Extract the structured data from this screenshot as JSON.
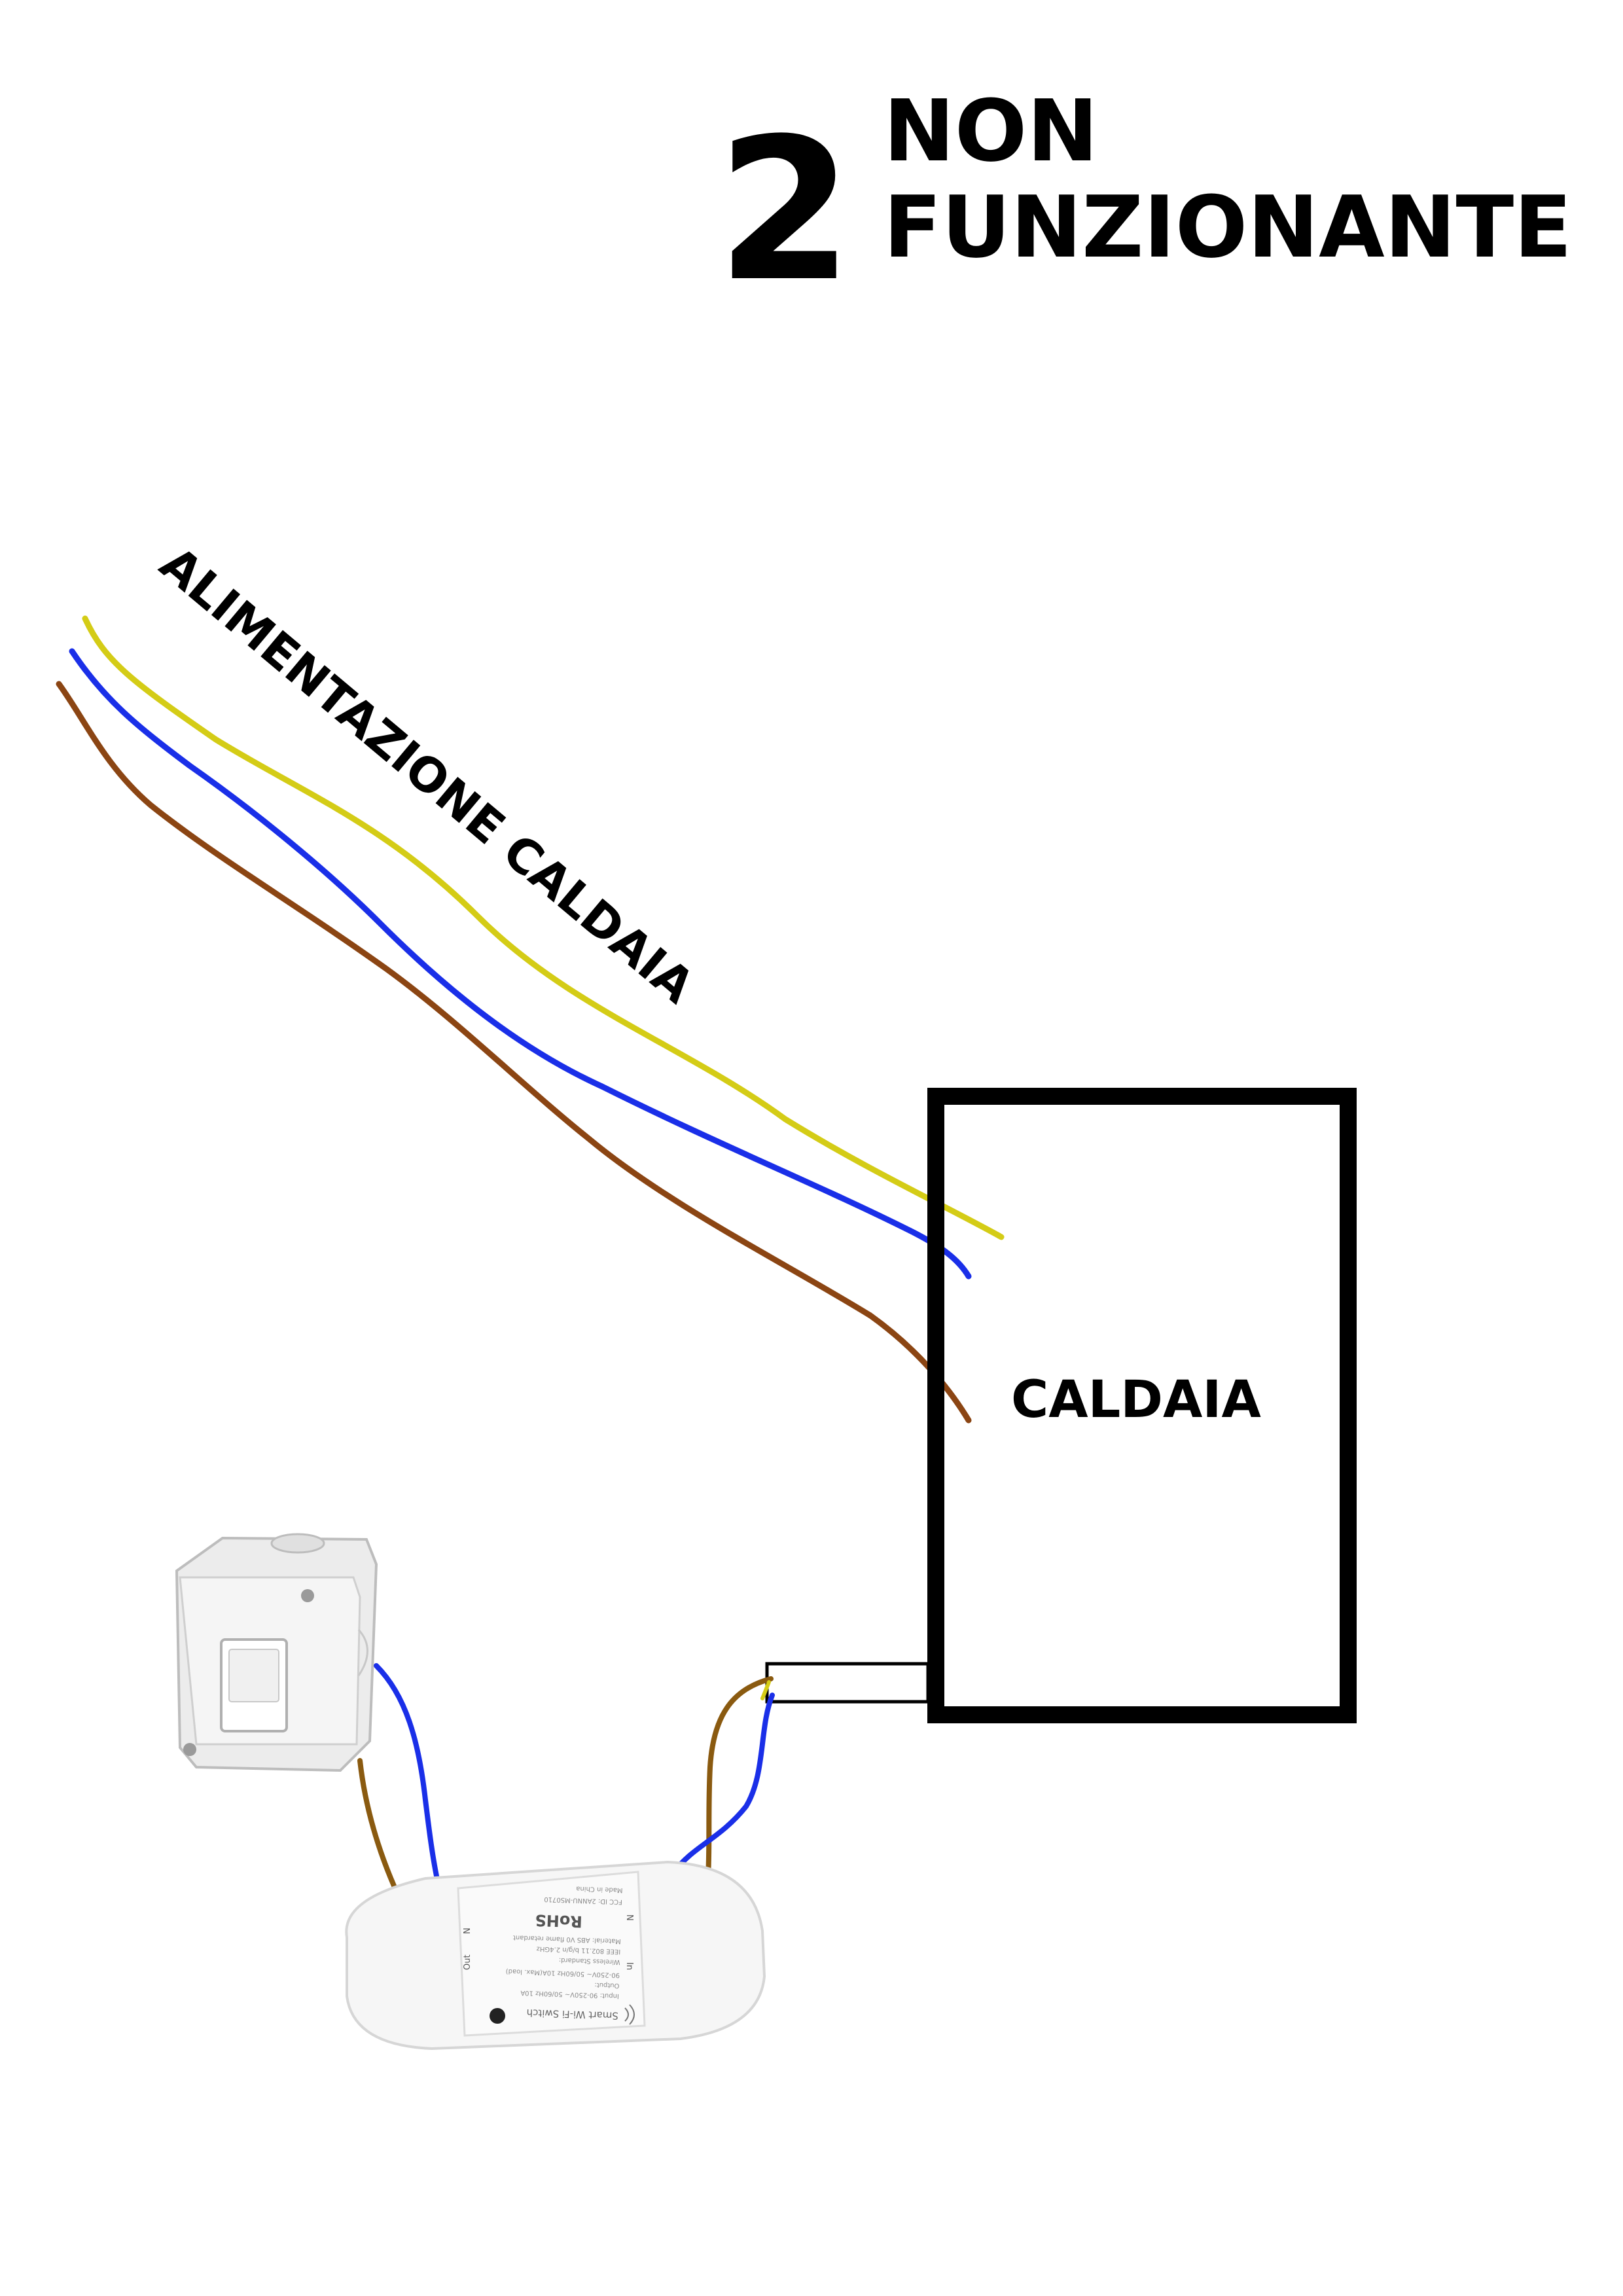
{
  "title": {
    "number": "2",
    "line1": "NON",
    "line2": "FUNZIONANTE"
  },
  "supply_label": "ALIMENTAZIONE CALDAIA",
  "boiler_label": "CALDAIA",
  "module": {
    "line1": "Smart Wi-Fi Switch",
    "line2": "Input: 90-250V~ 50/60Hz 10A",
    "line3": "Output:",
    "line4": "90-250V~ 50/60Hz 10A(Max. load)",
    "line5": "Wireless Standard:",
    "line6": "IEEE 802.11 b/g/n 2.4GHz",
    "line7": "Material: ABS V0 flame retardant",
    "line8": "RoHS",
    "line9": "FCC ID: 2ANNU-MS0710",
    "line10": "Made in China",
    "term_out": "Out",
    "term_n1": "N",
    "term_in": "In",
    "term_n2": "N"
  },
  "colors": {
    "live_brown": "#8b4513",
    "neutral_blue": "#1a2fe8",
    "earth_yellow": "#d4cc16",
    "wire_brown_dark": "#8a5a10",
    "outline": "#000000"
  },
  "icons": [
    "switch-box-icon",
    "smart-relay-icon",
    "wifi-icon"
  ]
}
